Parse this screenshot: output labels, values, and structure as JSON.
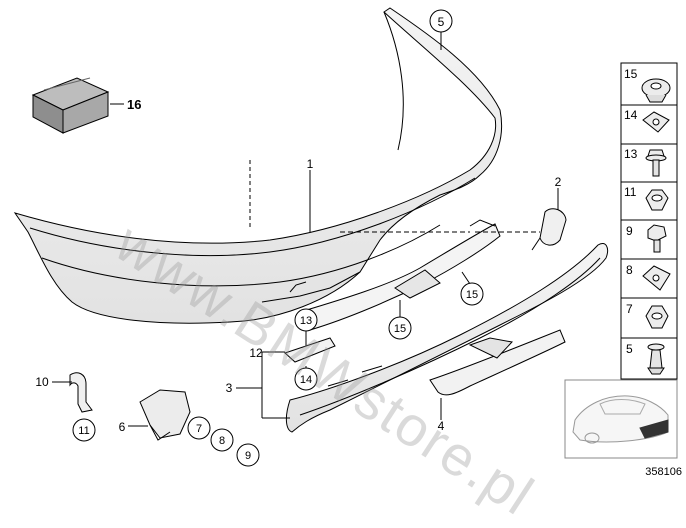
{
  "watermark": "www.BMWstore.pl",
  "diagram_id": "358106",
  "callouts": {
    "c1": "1",
    "c2": "2",
    "c3": "3",
    "c4": "4",
    "c5": "5",
    "c6": "6",
    "c7": "7",
    "c8": "8",
    "c9": "9",
    "c10": "10",
    "c11": "11",
    "c12": "12",
    "c13": "13",
    "c14": "14",
    "c15a": "15",
    "c15b": "15",
    "c16": "16"
  },
  "sidebar_parts": [
    "15",
    "14",
    "13",
    "11",
    "9",
    "8",
    "7",
    "5"
  ],
  "colors": {
    "line": "#000000",
    "part_fill": "#ececec",
    "watermark": "#969696"
  }
}
